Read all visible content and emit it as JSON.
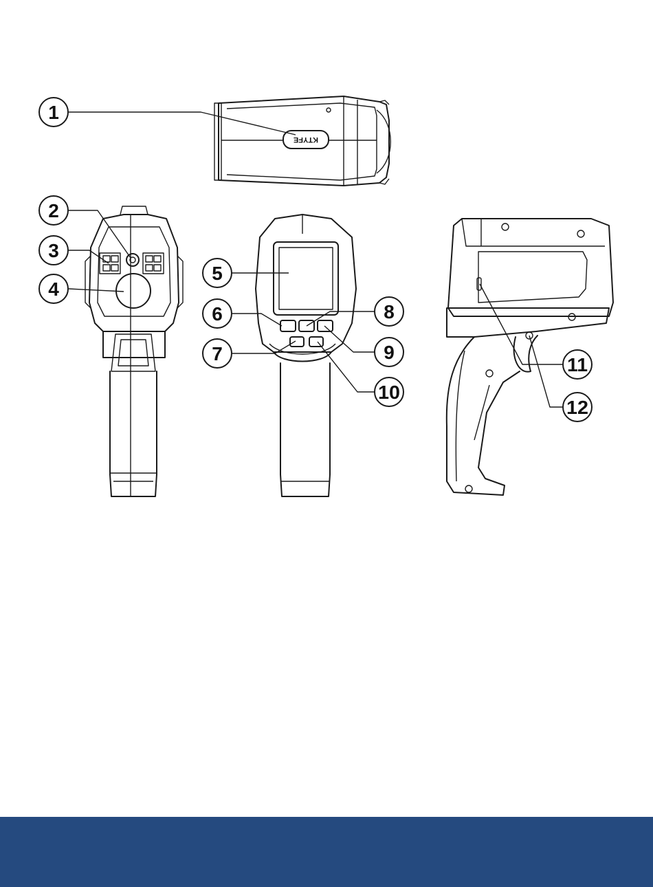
{
  "diagram": {
    "callouts": [
      {
        "label": "1"
      },
      {
        "label": "2"
      },
      {
        "label": "3"
      },
      {
        "label": "4"
      },
      {
        "label": "5"
      },
      {
        "label": "6"
      },
      {
        "label": "7"
      },
      {
        "label": "8"
      },
      {
        "label": "9"
      },
      {
        "label": "10"
      },
      {
        "label": "11"
      },
      {
        "label": "12"
      }
    ],
    "device_label_text": "KTYFE"
  },
  "footer": {
    "color": "#254a7f"
  }
}
